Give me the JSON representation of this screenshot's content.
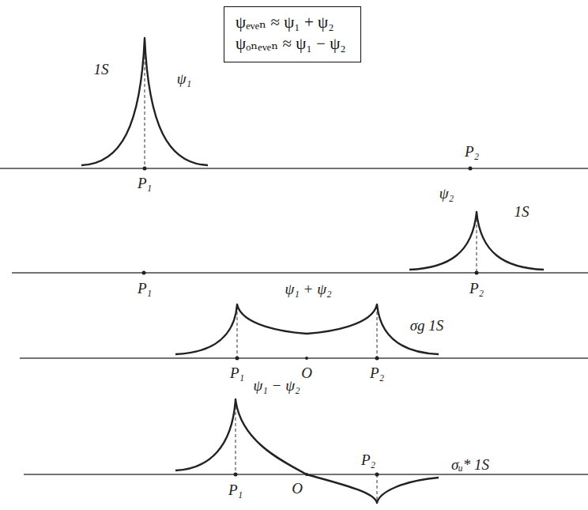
{
  "diagram": {
    "nodes": [
      {
        "text": [
          "ψₑᵥₑₙ ≈ ψ₁ + ψ₂",
          "ψₒₙₑᵥₑₙ ≈ ψ₁ − ψ₂"
        ]
      }
    ],
    "labels": [
      "1S",
      "ψ₁",
      "P₁",
      "P₂",
      "P₁",
      "ψ₂",
      "1S",
      "P₂",
      "ψ₁ + ψ₂",
      "σg 1S",
      "P₁",
      "O",
      "P₂",
      "ψ₁ − ψ₂",
      "σᵤ* 1S",
      "P₁",
      "O",
      "P₂"
    ]
  }
}
